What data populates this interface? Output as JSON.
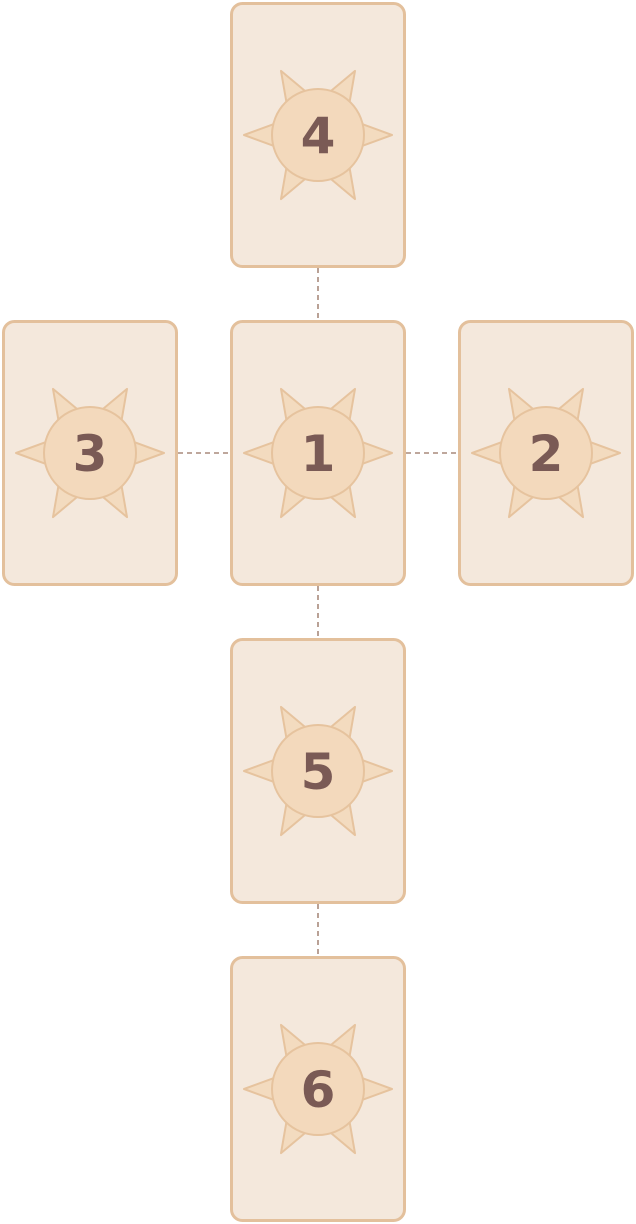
{
  "spread": {
    "cards": [
      {
        "position": 1,
        "label": "1"
      },
      {
        "position": 2,
        "label": "2"
      },
      {
        "position": 3,
        "label": "3"
      },
      {
        "position": 4,
        "label": "4"
      },
      {
        "position": 5,
        "label": "5"
      },
      {
        "position": 6,
        "label": "6"
      }
    ],
    "connections": [
      [
        1,
        4
      ],
      [
        1,
        3
      ],
      [
        1,
        2
      ],
      [
        1,
        5
      ],
      [
        5,
        6
      ]
    ]
  },
  "colors": {
    "card_fill": "#f4e8dc",
    "card_border": "#e3c09c",
    "emblem_fill": "#f3d9bc",
    "number": "#7a5a55",
    "connector": "#a88a7c"
  },
  "icons": {
    "card_emblem": "sun-star-icon"
  }
}
